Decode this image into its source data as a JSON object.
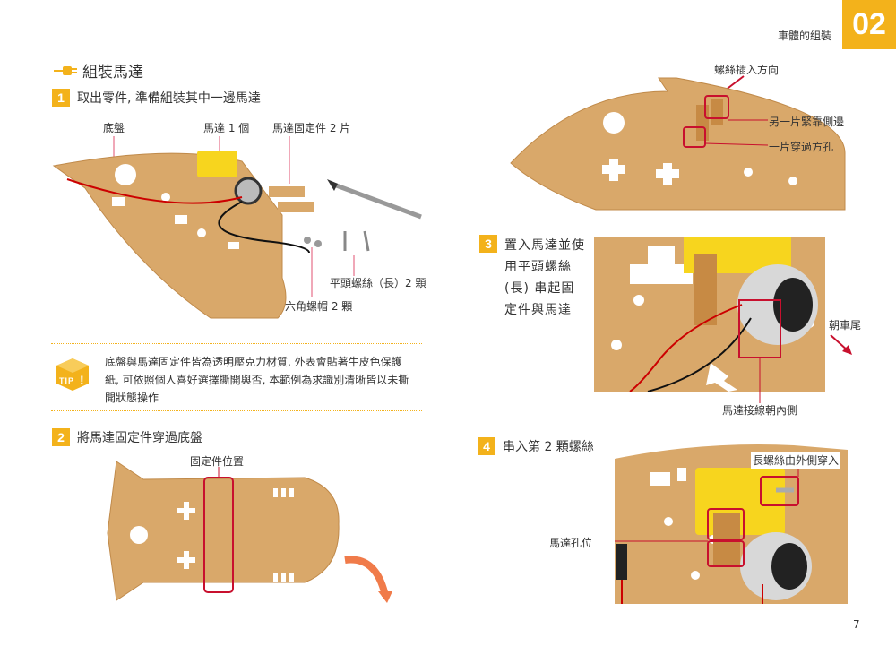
{
  "header": {
    "chapter_title": "車體的組裝",
    "chapter_number": "02"
  },
  "section_title": "組裝馬達",
  "steps": [
    {
      "number": "1",
      "text": "取出零件, 準備組裝其中一邊馬達"
    },
    {
      "number": "2",
      "text": "將馬達固定件穿過底盤"
    },
    {
      "number": "3",
      "text": "置入馬達並使用平頭螺絲(長) 串起固定件與馬達"
    },
    {
      "number": "4",
      "text": "串入第 2 顆螺絲"
    }
  ],
  "step1_labels": {
    "chassis": "底盤",
    "motor": "馬達 1 個",
    "motor_bracket": "馬達固定件 2 片",
    "screw": "平頭螺絲（長）2 顆",
    "nut": "六角螺帽 2 顆"
  },
  "tip": {
    "icon_text": "TIP",
    "text": "底盤與馬達固定件皆為透明壓克力材質, 外表會貼著牛皮色保護紙, 可依照個人喜好選擇撕開與否, 本範例為求識別清晰皆以未撕開狀態操作"
  },
  "step2_labels": {
    "bracket_position": "固定件位置"
  },
  "top_photo_labels": {
    "screw_direction": "螺絲插入方向",
    "side_piece": "另一片緊靠側邊",
    "through_hole": "一片穿過方孔"
  },
  "step3_labels": {
    "to_rear": "朝車尾",
    "wire_inward": "馬達接線朝內側"
  },
  "step4_labels": {
    "long_screw": "長螺絲由外側穿入",
    "motor_hole": "馬達孔位"
  },
  "page_number": "7",
  "colors": {
    "accent": "#f3b21b",
    "board": "#d9a86a",
    "highlight": "#c8102e"
  }
}
